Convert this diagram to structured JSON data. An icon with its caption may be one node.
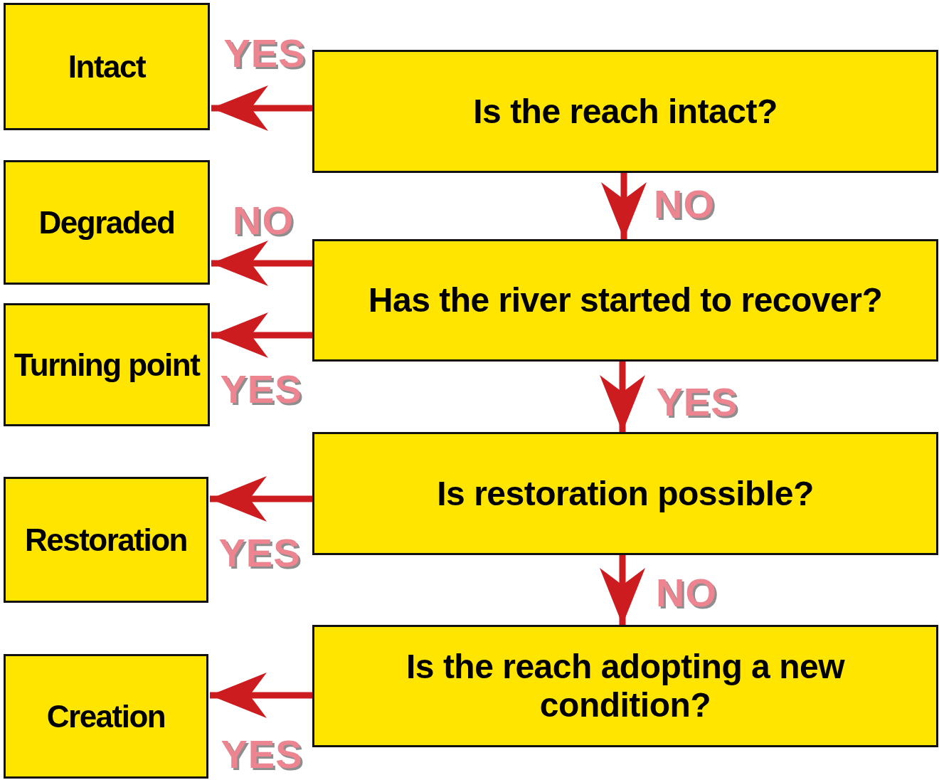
{
  "diagram": {
    "nodes": [
      {
        "text": [
          "Intact"
        ]
      },
      {
        "text": [
          "Is the reach intact?"
        ]
      },
      {
        "text": [
          "Degraded"
        ]
      },
      {
        "text": [
          "Has the river started to recover?"
        ]
      },
      {
        "text": [
          "Turning point"
        ]
      },
      {
        "text": [
          "Is restoration possible?"
        ]
      },
      {
        "text": [
          "Restoration"
        ]
      },
      {
        "text": [
          "Is the reach adopting a new condition?"
        ]
      },
      {
        "text": [
          "Creation"
        ]
      }
    ],
    "edges": [
      {
        "from": 1,
        "to": 0,
        "arrow": "to",
        "label": "YES"
      },
      {
        "from": 1,
        "to": 3,
        "arrow": "to",
        "label": "NO"
      },
      {
        "from": 3,
        "to": 2,
        "arrow": "to",
        "label": "NO"
      },
      {
        "from": 3,
        "to": 4,
        "arrow": "to",
        "label": "YES"
      },
      {
        "from": 3,
        "to": 5,
        "arrow": "to",
        "label": "YES"
      },
      {
        "from": 5,
        "to": 6,
        "arrow": "to",
        "label": "YES"
      },
      {
        "from": 5,
        "to": 7,
        "arrow": "to",
        "label": "NO"
      },
      {
        "from": 7,
        "to": 8,
        "arrow": "to",
        "label": "YES"
      }
    ]
  }
}
